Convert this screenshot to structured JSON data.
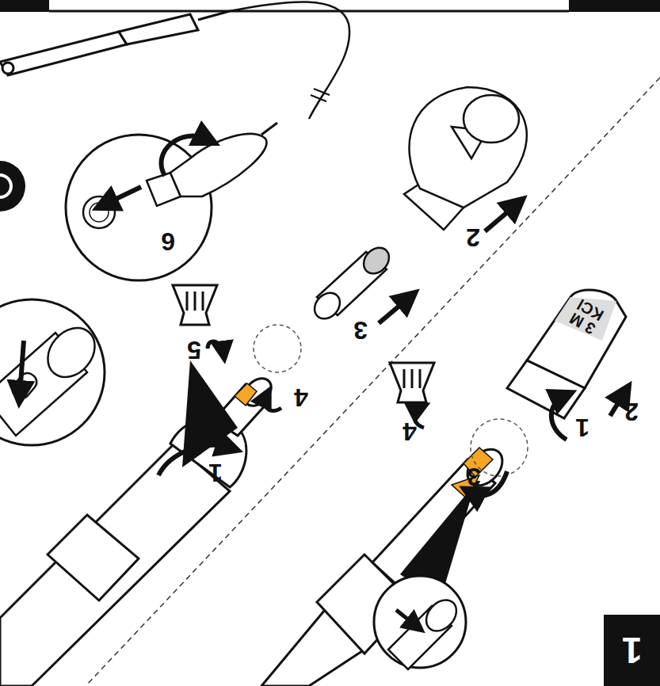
{
  "diagram": {
    "nodes": [
      {
        "text": [
          "1"
        ]
      }
    ],
    "labels": [
      "1",
      "2",
      "3",
      "4",
      "3 M KCl",
      "1",
      "2",
      "3",
      "4",
      "5",
      "6"
    ]
  }
}
